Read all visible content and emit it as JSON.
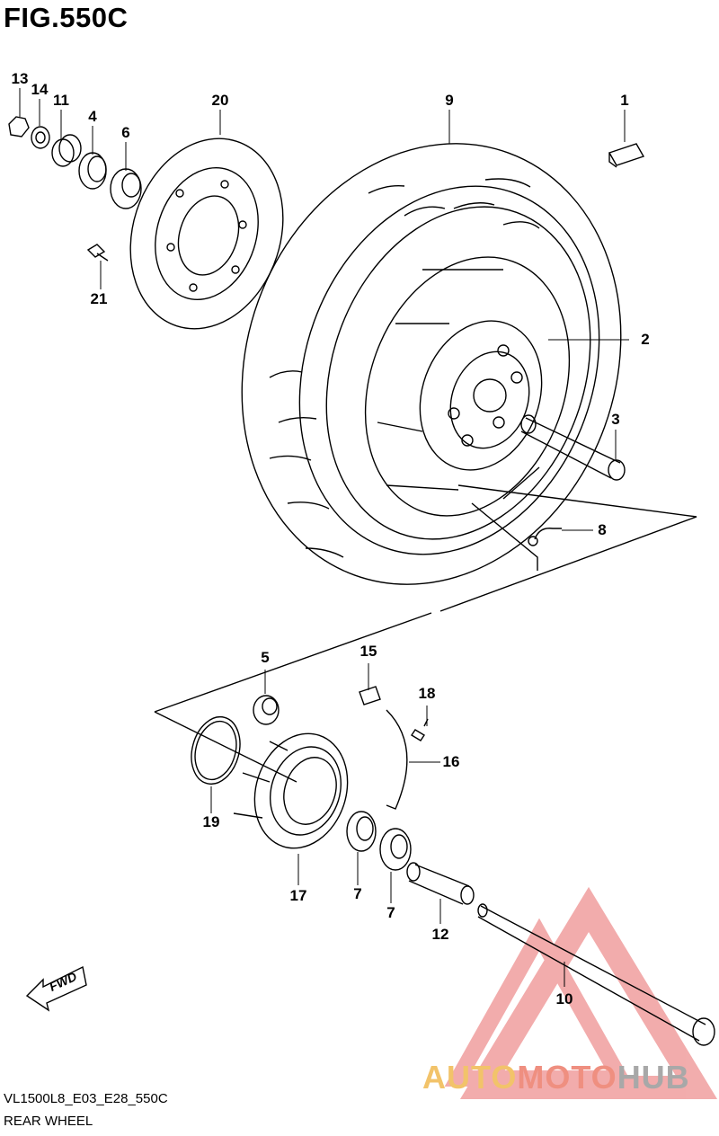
{
  "figure": {
    "title": "FIG.550C",
    "model_code": "VL1500L8_E03_E28_550C",
    "name": "REAR WHEEL"
  },
  "callouts": {
    "c1": "1",
    "c2": "2",
    "c3": "3",
    "c4": "4",
    "c5": "5",
    "c6": "6",
    "c7a": "7",
    "c7b": "7",
    "c8": "8",
    "c9": "9",
    "c10": "10",
    "c11": "11",
    "c12": "12",
    "c13": "13",
    "c14": "14",
    "c15": "15",
    "c16": "16",
    "c17": "17",
    "c18": "18",
    "c19": "19",
    "c20": "20",
    "c21": "21"
  },
  "fwd_label": "FWD",
  "watermark": {
    "part1": "AUTO",
    "part2": "MOTO",
    "part3": "HUB",
    "colors": {
      "auto": "#f2c36a",
      "moto": "#ef8f80",
      "hub": "#a8a8a8"
    }
  }
}
